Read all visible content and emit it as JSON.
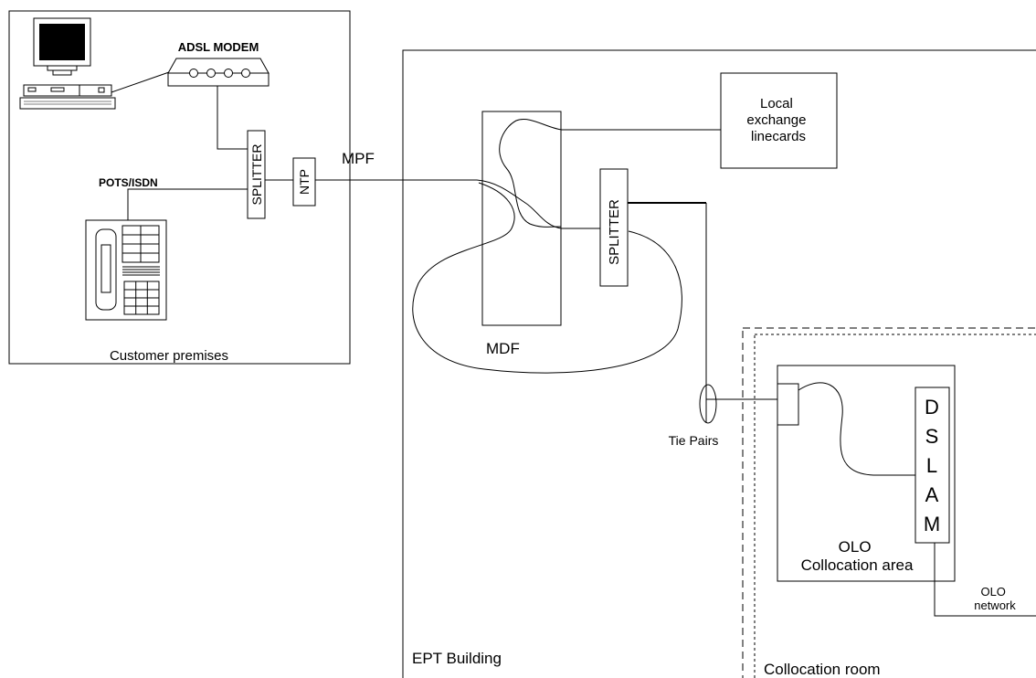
{
  "customer": {
    "area_label": "Customer premises",
    "modem_label": "ADSL MODEM",
    "pots_label": "POTS/ISDN",
    "splitter_label": "SPLITTER",
    "ntp_label": "NTP",
    "computer_icon": "desktop-computer-icon",
    "phone_icon": "telephone-icon"
  },
  "link": {
    "mpf_label": "MPF"
  },
  "building": {
    "area_label": "EPT Building",
    "mdf_label": "MDF",
    "linecards_lines": [
      "Local",
      "exchange",
      "linecards"
    ],
    "splitter_label": "SPLITTER",
    "tie_pairs_label": "Tie Pairs"
  },
  "collocation": {
    "room_label": "Collocation room",
    "area_lines": [
      "OLO",
      "Collocation area"
    ],
    "dslam_letters": [
      "D",
      "S",
      "L",
      "A",
      "M"
    ],
    "olo_network_lines": [
      "OLO",
      "network"
    ]
  }
}
